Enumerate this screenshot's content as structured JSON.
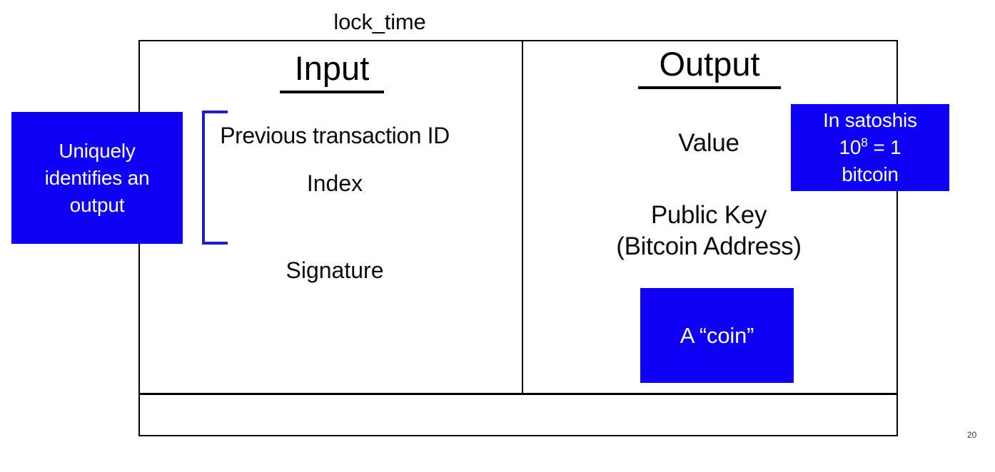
{
  "slide": {
    "page_number": "20",
    "colors": {
      "callout_blue": "#0d00f5",
      "bracket_blue": "#1a1ae0",
      "border_black": "#000000",
      "text_black": "#000000",
      "callout_text": "#ffffff",
      "background": "#ffffff"
    }
  },
  "transaction": {
    "columns": [
      {
        "heading": "Input",
        "fields": [
          {
            "label": "Previous transaction ID"
          },
          {
            "label": "Index"
          },
          {
            "label": "Signature"
          }
        ]
      },
      {
        "heading": "Output",
        "fields": [
          {
            "label": "Value"
          },
          {
            "label": "Public Key",
            "label_line2": "(Bitcoin Address)"
          }
        ]
      }
    ],
    "footer_row": {
      "label": "lock_time"
    }
  },
  "callouts": {
    "uniquely_identifies": {
      "line1": "Uniquely",
      "line2": "identifies an",
      "line3": "output"
    },
    "in_satoshis": {
      "line1": "In satoshis",
      "line2_base": "10",
      "line2_exponent": "8",
      "line2_rest": " = 1",
      "line3": "bitcoin"
    },
    "a_coin": {
      "line1": "A “coin”"
    }
  }
}
